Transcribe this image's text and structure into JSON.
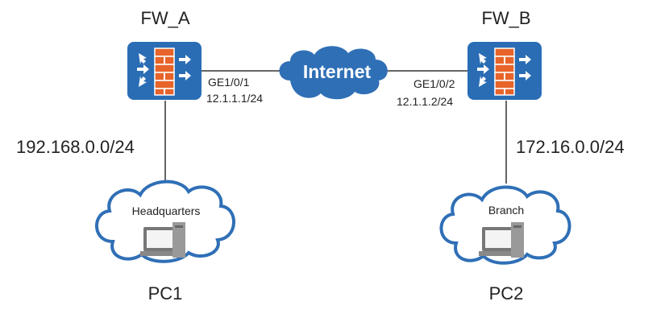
{
  "colors": {
    "firewall_bg": "#2a6db5",
    "brick": "#e8642a",
    "cloud_fill": "#2f6fb6",
    "cloud_outline": "#2f6fb6",
    "line": "#333333"
  },
  "nodes": {
    "fw_a": {
      "label": "FW_A",
      "interface": "GE1/0/1",
      "ip": "12.1.1.1/24",
      "lan": "192.168.0.0/24"
    },
    "fw_b": {
      "label": "FW_B",
      "interface": "GE1/0/2",
      "ip": "12.1.1.2/24",
      "lan": "172.16.0.0/24"
    },
    "internet": {
      "label": "Internet"
    },
    "hq": {
      "label": "Headquarters",
      "pc": "PC1"
    },
    "branch": {
      "label": "Branch",
      "pc": "PC2"
    }
  }
}
